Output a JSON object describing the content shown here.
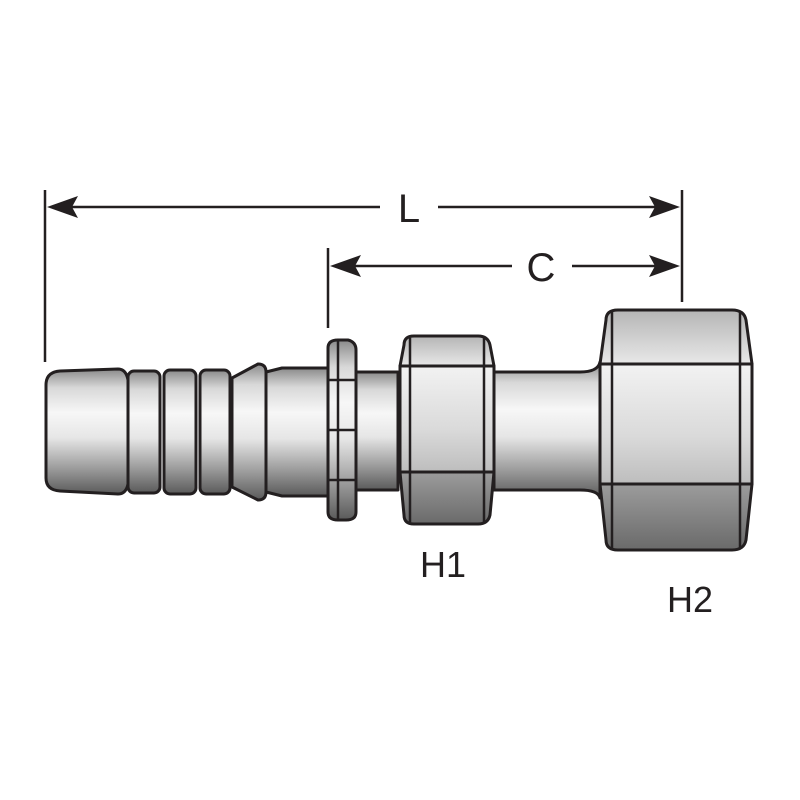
{
  "dimensions": {
    "overall_length_label": "L",
    "cutoff_length_label": "C"
  },
  "hex_labels": {
    "h1": "H1",
    "h2": "H2"
  },
  "colors": {
    "outline": "#231f20",
    "metal_light": "#f4f4f4",
    "metal_mid": "#c9c9c9",
    "metal_dark": "#6e6e6e",
    "background": "#ffffff"
  }
}
